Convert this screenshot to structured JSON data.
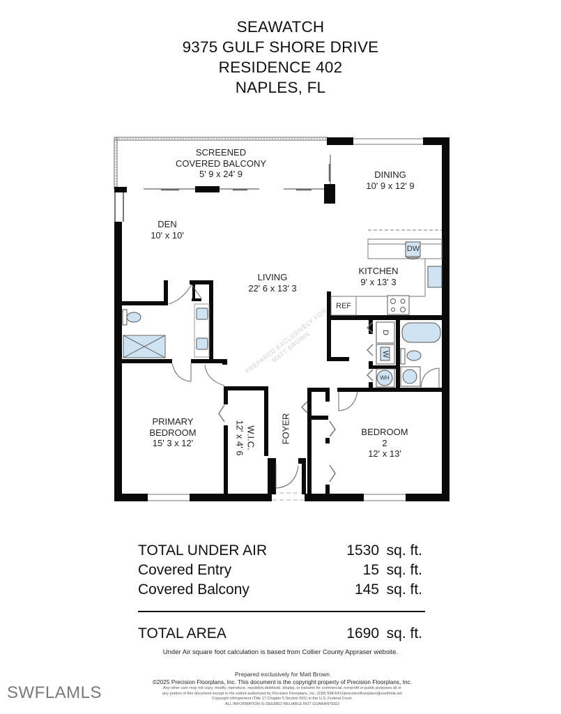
{
  "header": {
    "lines": [
      "SEAWATCH",
      "9375 GULF SHORE DRIVE",
      "RESIDENCE 402",
      "NAPLES, FL"
    ]
  },
  "rooms": {
    "balcony": {
      "name_line1": "SCREENED",
      "name_line2": "COVERED BALCONY",
      "dims": "5' 9 x 24' 9"
    },
    "dining": {
      "name": "DINING",
      "dims": "10' 9 x 12' 9"
    },
    "den": {
      "name": "DEN",
      "dims": "10' x 10'"
    },
    "living": {
      "name": "LIVING",
      "dims": "22' 6 x 13' 3"
    },
    "kitchen": {
      "name": "KITCHEN",
      "dims": "9' x 13' 3"
    },
    "primary_bedroom": {
      "name_line1": "PRIMARY",
      "name_line2": "BEDROOM",
      "dims": "15' 3 x 12'"
    },
    "wic": {
      "name": "W.I.C.",
      "dims": "12' x 4' 6"
    },
    "foyer": {
      "name": "FOYER"
    },
    "bedroom2": {
      "name_line1": "BEDROOM",
      "name_line2": "2",
      "dims": "12' x 13'"
    }
  },
  "fixtures": {
    "dishwasher": "DW",
    "refrigerator": "REF",
    "dryer": "D",
    "washer": "W",
    "water_heater": "WH"
  },
  "watermark": {
    "line1": "PREPARED EXCLUSIVELY FOR",
    "line2": "MATT BROWN"
  },
  "areas": {
    "rows": [
      {
        "label": "TOTAL UNDER AIR",
        "value": "1530",
        "unit": "sq. ft."
      },
      {
        "label": "Covered Entry",
        "value": "15",
        "unit": "sq. ft."
      },
      {
        "label": "Covered Balcony",
        "value": "145",
        "unit": "sq. ft."
      }
    ],
    "total": {
      "label": "TOTAL AREA",
      "value": "1690",
      "unit": "sq. ft."
    },
    "note": "Under Air square foot calculation is based from Collier County Appraser website."
  },
  "footer": {
    "prepared": "Prepared exclusively for Matt Brown",
    "copyright": "©2025 Precision Floorplans, Inc.  This document is the copyright property of Precision Floorplans, Inc.",
    "fine1": "Any other user may not copy, modify, reproduce, republish,distribute, display, or transmit for commercial, nonprofit or public purposes all or",
    "fine2": "any portion of this document except to the extent authorized by Precision Floorplans, Inc. (239) 598-6411/precisionfloorplans@earthlink.net",
    "fine3": "Copyright infringement (Title 17 Chapter 5 Section 501) in the U.S. Federal Court.",
    "fine4": "ALL INFORMATION IS DEEMED RELIABLE NOT GUARANTEED"
  },
  "mls_logo": "SWFLAMLS",
  "colors": {
    "wall": "#0a0a0a",
    "fixture_fill": "#cfe3f2",
    "fixture_stroke": "#555555",
    "light_line": "#888888"
  }
}
